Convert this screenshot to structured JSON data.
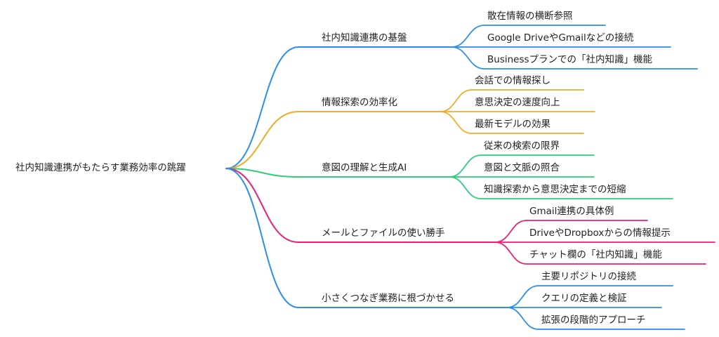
{
  "root": {
    "label": "社内知識連携がもたらす業務効率の跳躍"
  },
  "branches": [
    {
      "label": "社内知識連携の基盤",
      "color": "#2A8EF0",
      "children": [
        "散在情報の横断参照",
        "Google DriveやGmailなどの接続",
        "Businessプランでの「社内知識」機能"
      ]
    },
    {
      "label": "情報探索の効率化",
      "color": "#F2AC25",
      "children": [
        "会話での情報探し",
        "意思決定の速度向上",
        "最新モデルの効果"
      ]
    },
    {
      "label": "意図の理解と生成AI",
      "color": "#2ECC7A",
      "children": [
        "従来の検索の限界",
        "意図と文脈の照合",
        "知識探索から意思決定までの短縮"
      ]
    },
    {
      "label": "メールとファイルの使い勝手",
      "color": "#EE1F72",
      "children": [
        "Gmail連携の具体例",
        "DriveやDropboxからの情報提示",
        "チャット欄の「社内知識」機能"
      ]
    },
    {
      "label": "小さくつなぎ業務に根づかせる",
      "color": "#2A8EF0",
      "children": [
        "主要リポジトリの接続",
        "クエリの定義と検証",
        "拡張の段階的アプローチ"
      ]
    }
  ]
}
